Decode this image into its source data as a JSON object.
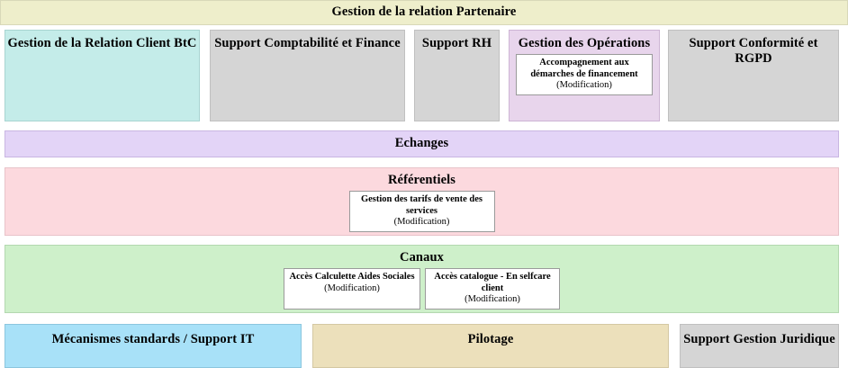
{
  "banner": {
    "title": "Gestion de la relation Partenaire",
    "color": "#eeeecb"
  },
  "domains": [
    {
      "title": "Gestion de la Relation Client BtC",
      "color": "#c4ece9",
      "cards": []
    },
    {
      "title": "Support Comptabilité et Finance",
      "color": "#d5d5d5",
      "cards": []
    },
    {
      "title": "Support RH",
      "color": "#d5d5d5",
      "cards": []
    },
    {
      "title": "Gestion des Opérations",
      "color": "#e8d5ec",
      "cards": [
        {
          "title": "Accompagnement aux démarches de financement",
          "state": "(Modification)"
        }
      ]
    },
    {
      "title": "Support Conformité et RGPD",
      "color": "#d5d5d5",
      "cards": []
    }
  ],
  "bands": [
    {
      "title": "Echanges",
      "color": "#e3d4f7",
      "cards": []
    },
    {
      "title": "Référentiels",
      "color": "#fcd9de",
      "cards": [
        {
          "title": "Gestion des tarifs de vente des services",
          "state": "(Modification)"
        }
      ]
    },
    {
      "title": "Canaux",
      "color": "#cef0ca",
      "cards": [
        {
          "title": "Accès Calculette Aides Sociales",
          "state": "(Modification)"
        },
        {
          "title": "Accès catalogue - En selfcare client",
          "state": "(Modification)"
        }
      ]
    }
  ],
  "bottom": [
    {
      "title": "Mécanismes standards / Support IT",
      "color": "#a8e1f8"
    },
    {
      "title": "Pilotage",
      "color": "#ece0bb"
    },
    {
      "title": "Support Gestion Juridique",
      "color": "#d5d5d5"
    }
  ]
}
